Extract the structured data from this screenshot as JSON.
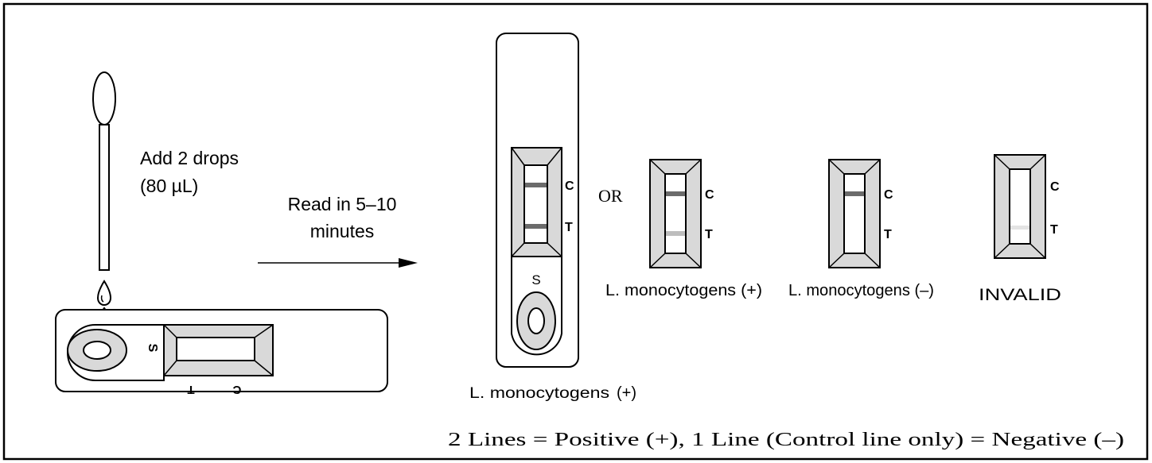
{
  "instruction": {
    "add_line1": "Add 2 drops",
    "add_line2": "(80 µL)",
    "read_line1": "Read in 5–10",
    "read_line2": "minutes"
  },
  "cassette": {
    "sample_letter": "S",
    "control_letter": "C",
    "test_letter": "T"
  },
  "results": {
    "or_label": "OR",
    "large_label_text": "L. monocytogens",
    "large_label_sign": "(+)",
    "positive_faint_label": "L. monocytogens (+)",
    "negative_label": "L. monocytogens (–)",
    "invalid_label": "INVALID"
  },
  "legend": "2 Lines = Positive (+), 1 Line (Control line only) = Negative (–)",
  "colors": {
    "strip_fill": "#d9d9d9",
    "strong_line": "#6b6b6b",
    "faint_line": "#bdbdbd",
    "very_faint_line": "#e4e4e4",
    "outline": "#000000"
  }
}
